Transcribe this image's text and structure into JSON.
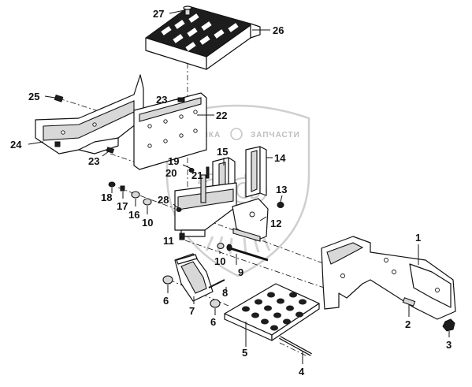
{
  "watermark": {
    "left_text": "ТЕХНИКА",
    "right_text": "ЗАПЧАСТИ",
    "monogram": "ЭФ"
  },
  "callouts": [
    {
      "id": "c27",
      "label": "27"
    },
    {
      "id": "c26",
      "label": "26"
    },
    {
      "id": "c25",
      "label": "25"
    },
    {
      "id": "c23a",
      "label": "23"
    },
    {
      "id": "c22",
      "label": "22"
    },
    {
      "id": "c24",
      "label": "24"
    },
    {
      "id": "c23b",
      "label": "23"
    },
    {
      "id": "c15",
      "label": "15"
    },
    {
      "id": "c14",
      "label": "14"
    },
    {
      "id": "c19",
      "label": "19"
    },
    {
      "id": "c20",
      "label": "20"
    },
    {
      "id": "c21",
      "label": "21"
    },
    {
      "id": "c13",
      "label": "13"
    },
    {
      "id": "c18",
      "label": "18"
    },
    {
      "id": "c17",
      "label": "17"
    },
    {
      "id": "c16",
      "label": "16"
    },
    {
      "id": "c10a",
      "label": "10"
    },
    {
      "id": "c28",
      "label": "28"
    },
    {
      "id": "c12",
      "label": "12"
    },
    {
      "id": "c11",
      "label": "11"
    },
    {
      "id": "c1",
      "label": "1"
    },
    {
      "id": "c10b",
      "label": "10"
    },
    {
      "id": "c9",
      "label": "9"
    },
    {
      "id": "c6a",
      "label": "6"
    },
    {
      "id": "c7",
      "label": "7"
    },
    {
      "id": "c8",
      "label": "8"
    },
    {
      "id": "c6b",
      "label": "6"
    },
    {
      "id": "c2",
      "label": "2"
    },
    {
      "id": "c5",
      "label": "5"
    },
    {
      "id": "c3",
      "label": "3"
    },
    {
      "id": "c4",
      "label": "4"
    }
  ]
}
